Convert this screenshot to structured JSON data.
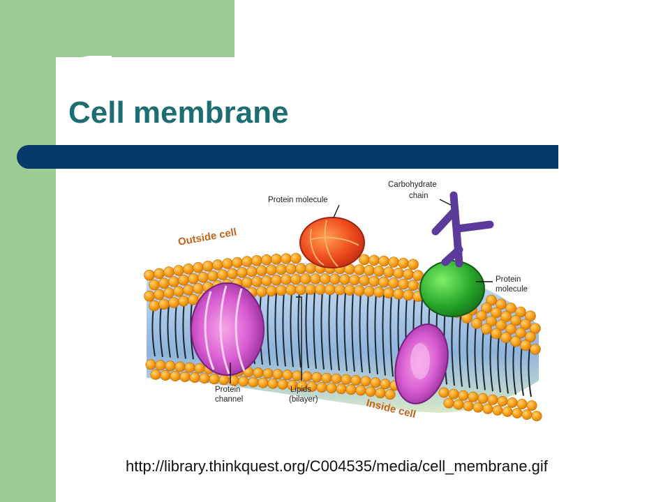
{
  "slide": {
    "title": "Cell membrane",
    "source_url": "http://library.thinkquest.org/C004535/media/cell_membrane.gif"
  },
  "diagram": {
    "labels": {
      "protein_molecule_top": "Protein molecule",
      "carbohydrate_line1": "Carbohydrate",
      "carbohydrate_line2": "chain",
      "protein_molecule_right_line1": "Protein",
      "protein_molecule_right_line2": "molecule",
      "protein_channel_line1": "Protein",
      "protein_channel_line2": "channel",
      "lipids_line1": "Lipids",
      "lipids_line2": "(bilayer)",
      "outside_cell": "Outside cell",
      "inside_cell": "Inside cell"
    }
  },
  "colors": {
    "green_accent": "#9ccc94",
    "title_teal": "#1d6e72",
    "rule_navy": "#073a68",
    "lipid_head_orange": "#f7a21b",
    "protein_red": "#e8461c",
    "protein_green": "#27a829",
    "channel_magenta": "#b03cb0",
    "carbohydrate_purple": "#5b3a9a"
  }
}
